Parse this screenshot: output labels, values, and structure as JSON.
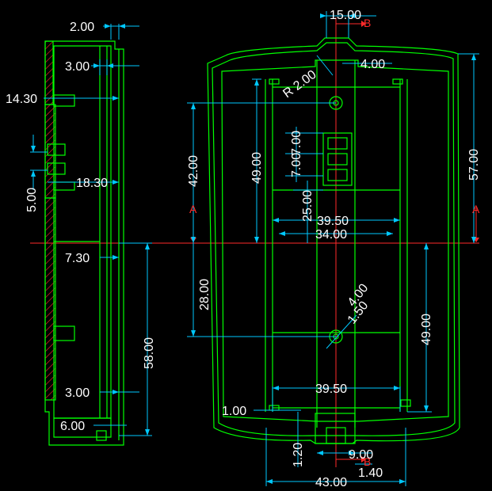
{
  "colors": {
    "background": "#000000",
    "outline": "#00ff00",
    "dimension": "#00c8ff",
    "dimension_text": "#ffffff",
    "center_line": "#ff2a2a"
  },
  "side_view": {
    "dimensions": {
      "wall_2": "2.00",
      "rib_3": "3.00",
      "height_14_30": "14.30",
      "height_5": "5.00",
      "height_18_30": "18.30",
      "height_7_30": "7.30",
      "height_58": "58.00",
      "rib_3_bottom": "3.00",
      "base_6": "6.00"
    }
  },
  "front_view": {
    "dimensions": {
      "top_15": "15.00",
      "radius": "R 2.00",
      "top_4": "4.00",
      "v_42": "42.00",
      "v_49_top": "49.00",
      "v_7_a": "7.00",
      "v_7_b": "7.00",
      "v_25": "25.00",
      "v_57": "57.00",
      "h_39_50": "39.50",
      "h_34": "34.00",
      "v_28": "28.00",
      "hole_4": "4.00",
      "hole_1_50": "1.50",
      "v_49_bottom": "49.00",
      "h_39_50_bottom": "39.50",
      "h_1": "1.00",
      "v_1_20": "1.20",
      "h_9": "9.00",
      "h_1_40": "1.40",
      "h_43": "43.00"
    },
    "labels": {
      "section_left": "A",
      "section_right": "A",
      "section_top": "B",
      "section_bottom": "B"
    }
  }
}
